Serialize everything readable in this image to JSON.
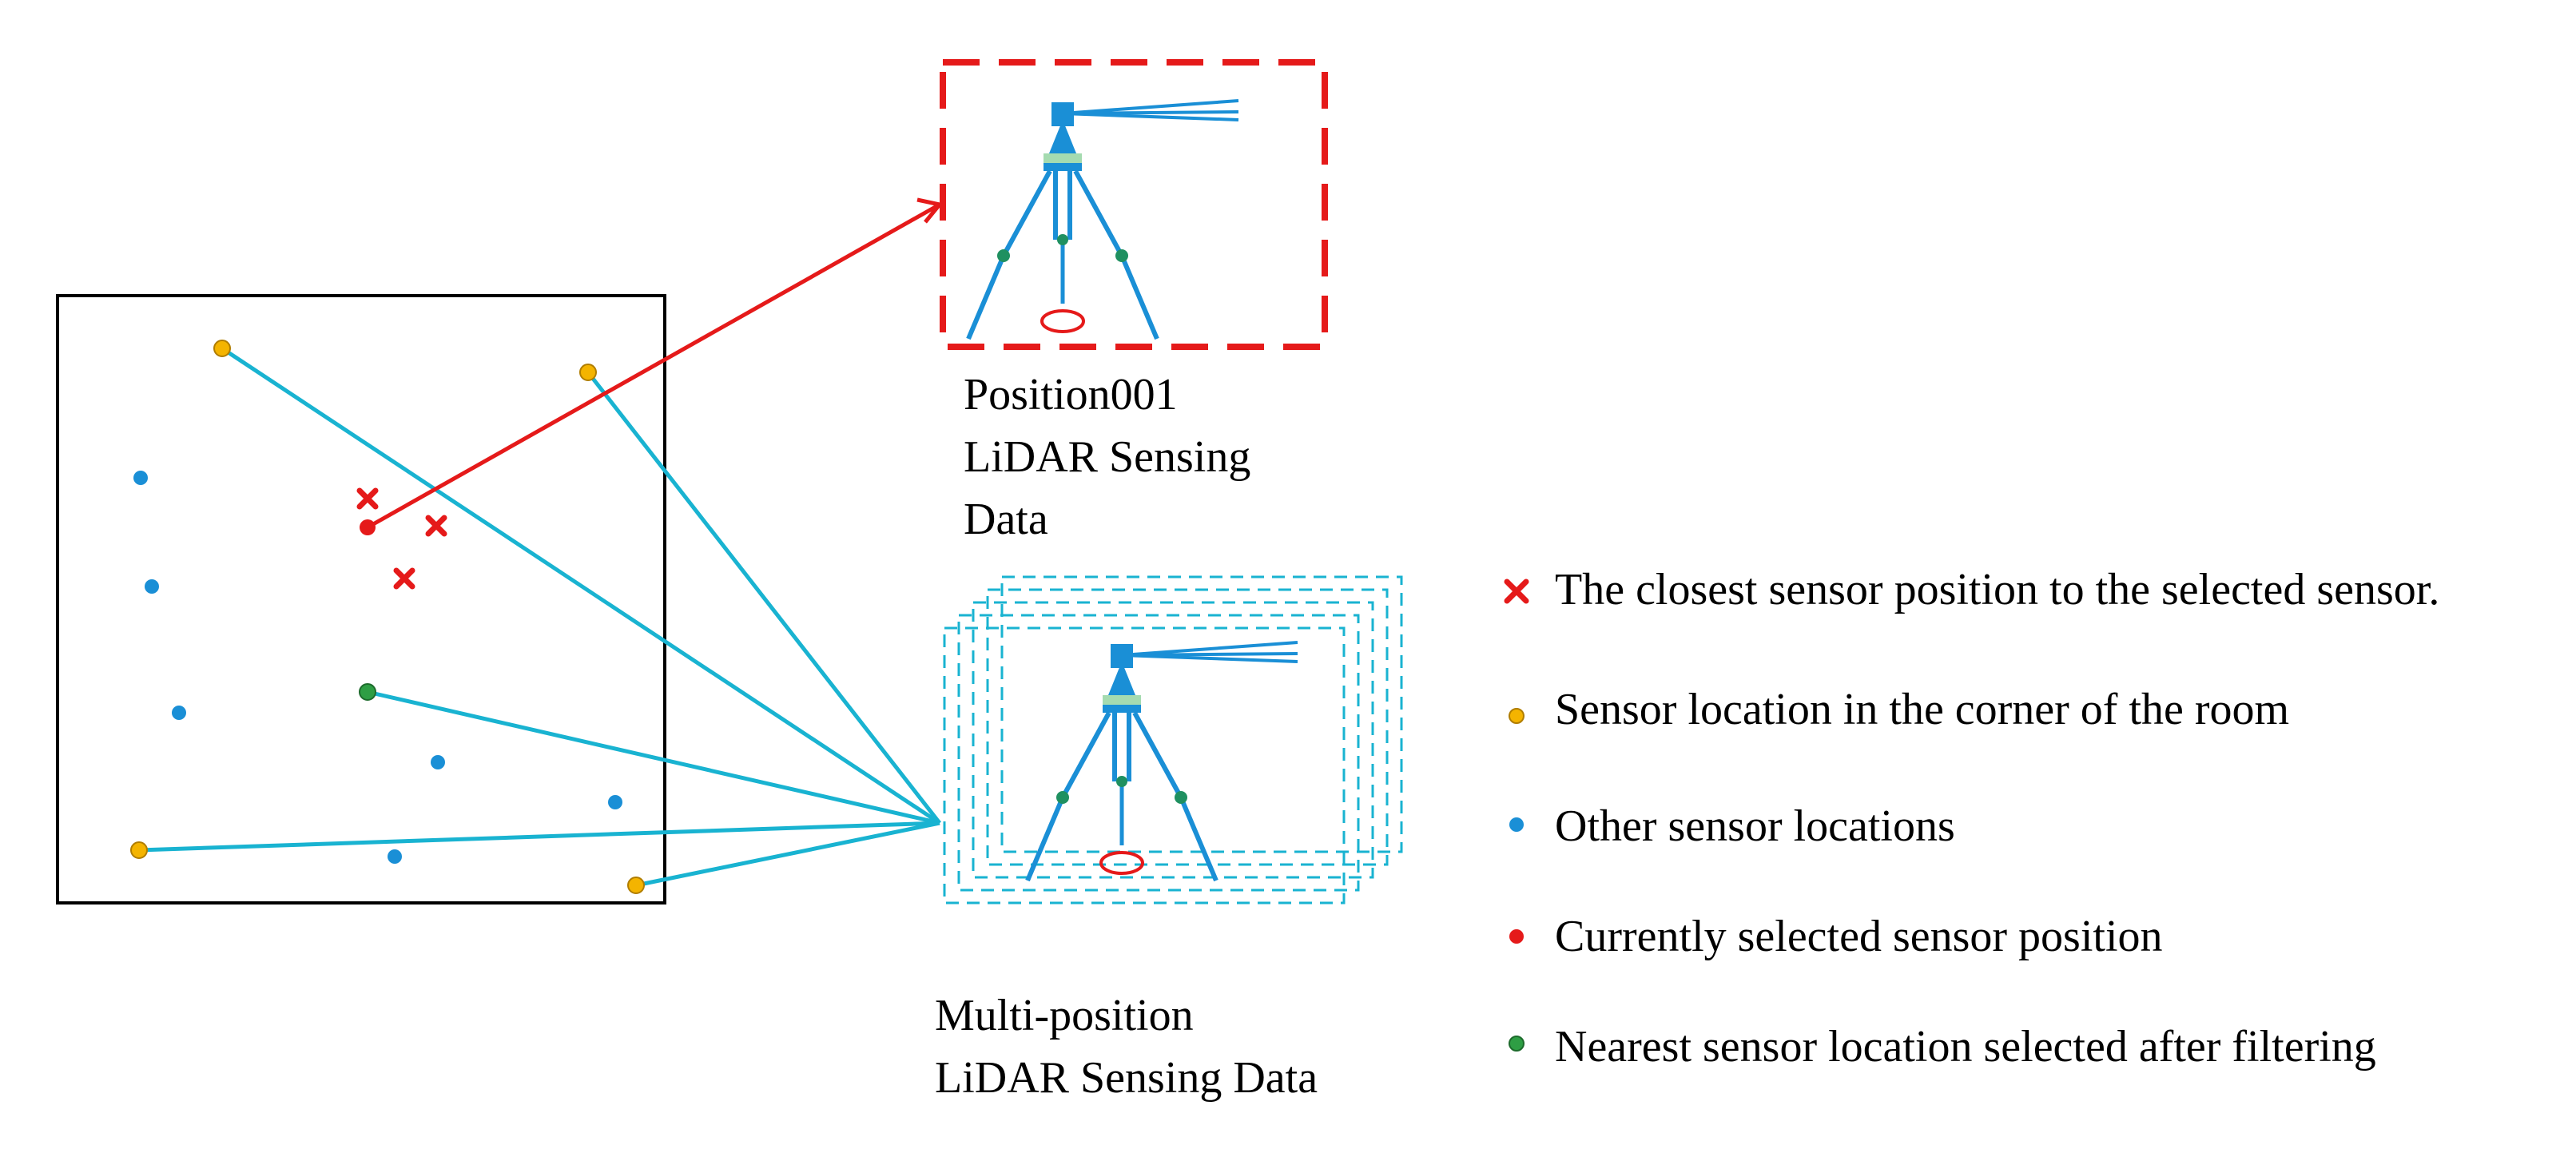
{
  "colors": {
    "corner": "#f4b400",
    "other": "#1a8fd6",
    "selected": "#e51a1a",
    "filtered": "#2e9e44",
    "link": "#19b3d1",
    "box": "#000000",
    "tripod": "#1a8fd6",
    "tripod_joint": "#1f9060",
    "tripod_band": "#a5dbb0"
  },
  "panels": {
    "single_label": [
      "Position001",
      "LiDAR Sensing",
      "Data"
    ],
    "multi_label": [
      "Multi-position",
      "LiDAR Sensing Data"
    ]
  },
  "legend": [
    {
      "icon": "red-cross-icon",
      "text": "The closest sensor position to the selected sensor."
    },
    {
      "icon": "yellow-dot-icon",
      "text": "Sensor location in the corner of the room"
    },
    {
      "icon": "blue-dot-icon",
      "text": "Other sensor locations"
    },
    {
      "icon": "red-dot-icon",
      "text": "Currently selected sensor position"
    },
    {
      "icon": "green-dot-icon",
      "text": "Nearest sensor location selected after filtering"
    }
  ]
}
